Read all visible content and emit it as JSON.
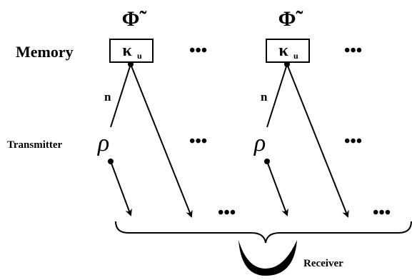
{
  "symbols": {
    "phi": "Φ̃",
    "kappa": "κ",
    "kappa_sub": "u",
    "n": "n",
    "rho": "ρ",
    "ellipsis": "•••"
  },
  "labels": {
    "memory": "Memory",
    "transmitter": "Transmitter",
    "receiver": "Receiver"
  }
}
